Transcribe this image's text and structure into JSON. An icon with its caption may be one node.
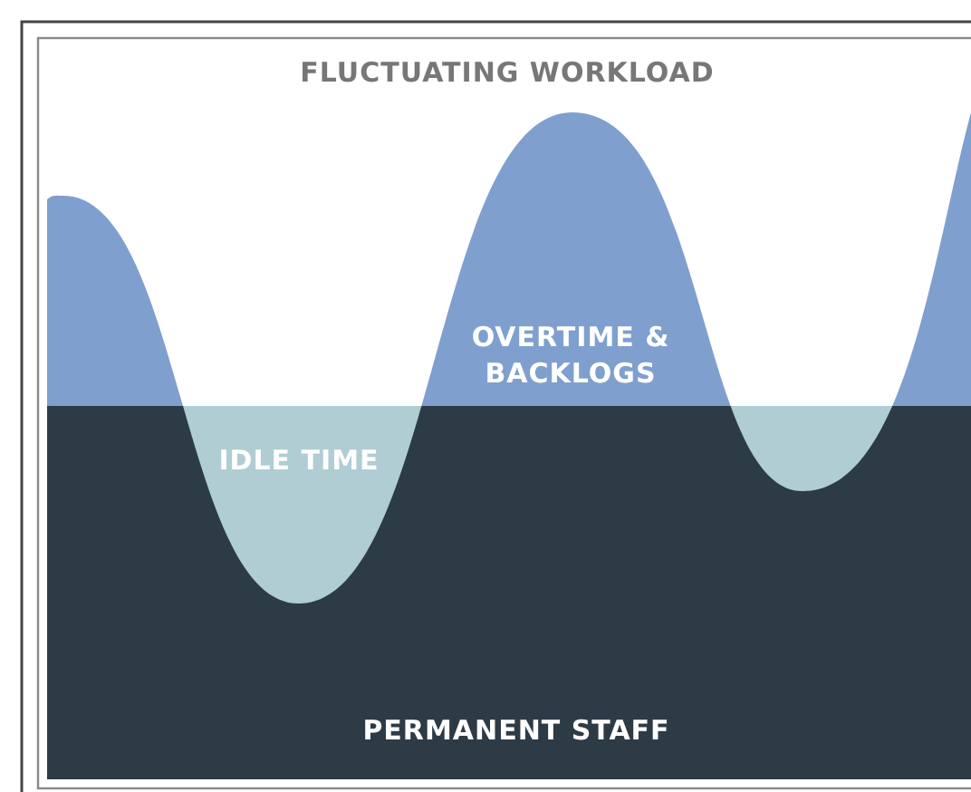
{
  "diagram": {
    "title": "FLUCTUATING WORKLOAD",
    "labels": [
      "OVERTIME & BACKLOGS",
      "IDLE TIME",
      "PERMANENT STAFF"
    ]
  }
}
